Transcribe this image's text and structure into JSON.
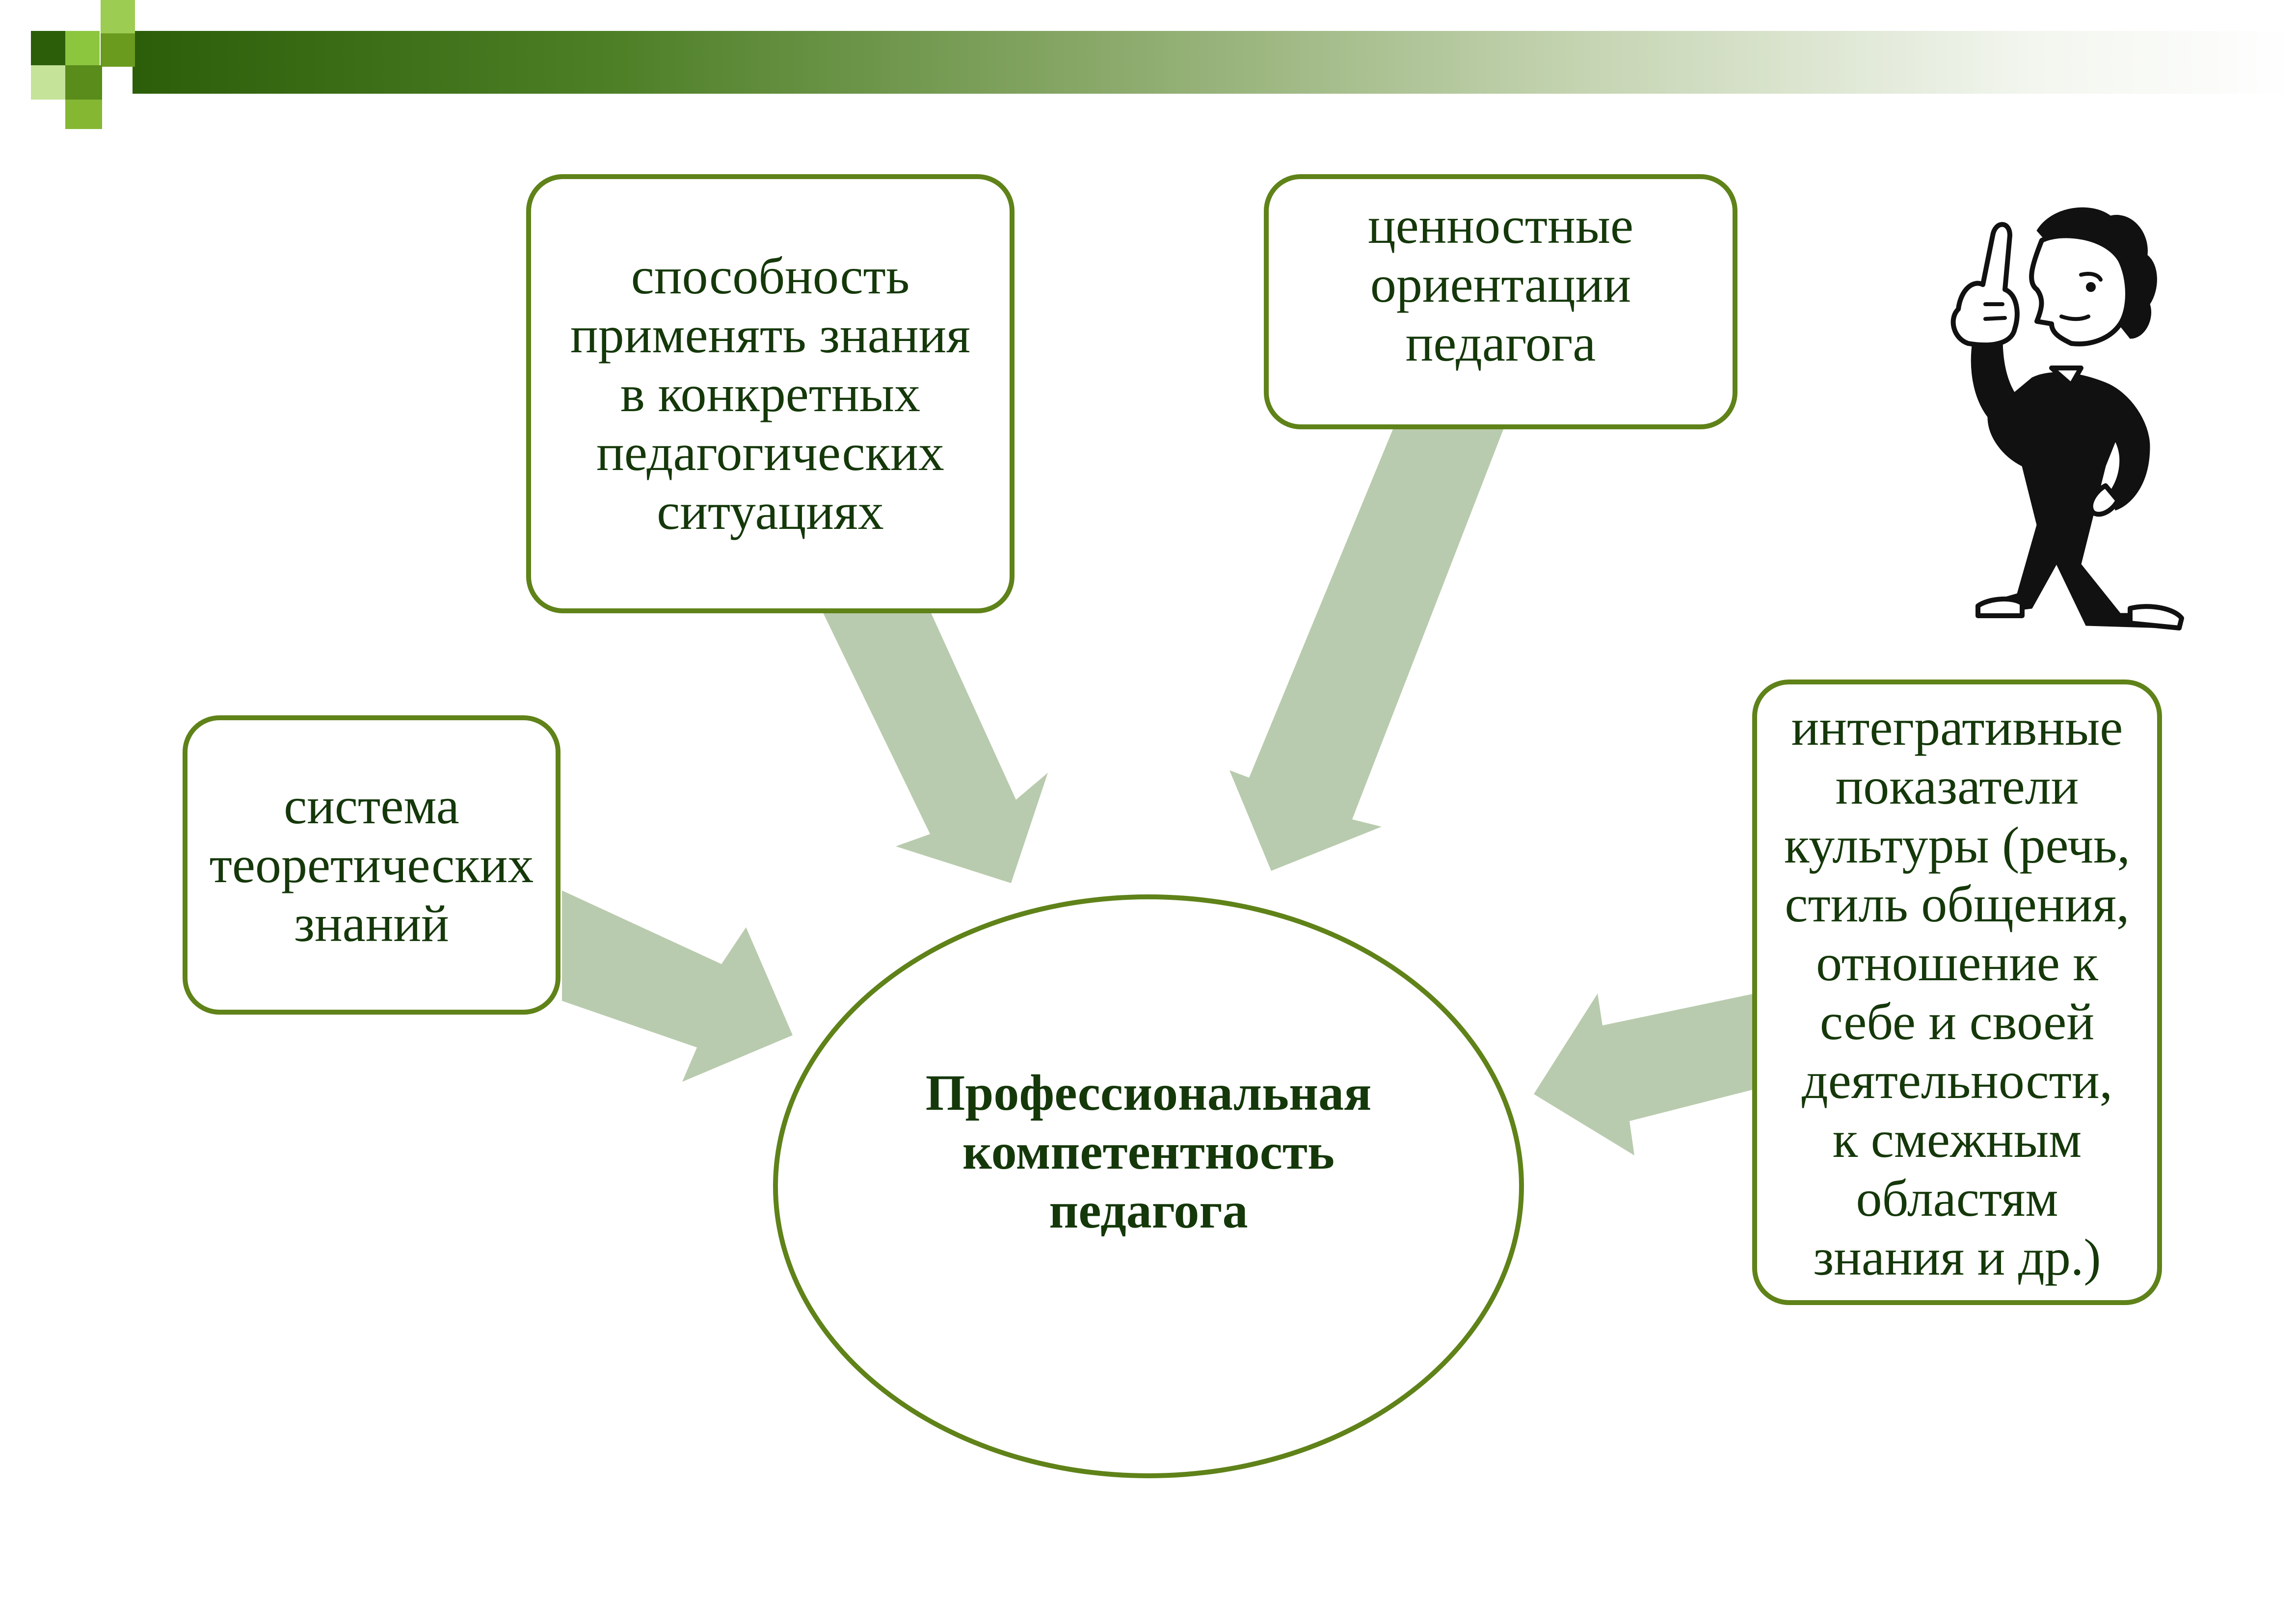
{
  "colors": {
    "box_border": "#5f8219",
    "arrow_fill": "#b9cbae",
    "text": "#15380a",
    "header_dark": "#2c5e0a",
    "square_light": "#8cc63f"
  },
  "diagram": {
    "center": "Профессиональная\nкомпетентность\nпедагога",
    "nodes": {
      "theory": "система\nтеоретических\nзнаний",
      "application": "способность\nприменять знания\nв конкретных\nпедагогических\nситуациях",
      "values": "ценностные\nориентации\nпедагога",
      "culture": "интегративные\nпоказатели\nкультуры (речь,\nстиль общения,\nотношение к\nсебе и своей\nдеятельности,\nк смежным\nобластям\nзнания и др.)"
    }
  },
  "illustration": {
    "icon": "thinking-man-pointing-icon"
  }
}
